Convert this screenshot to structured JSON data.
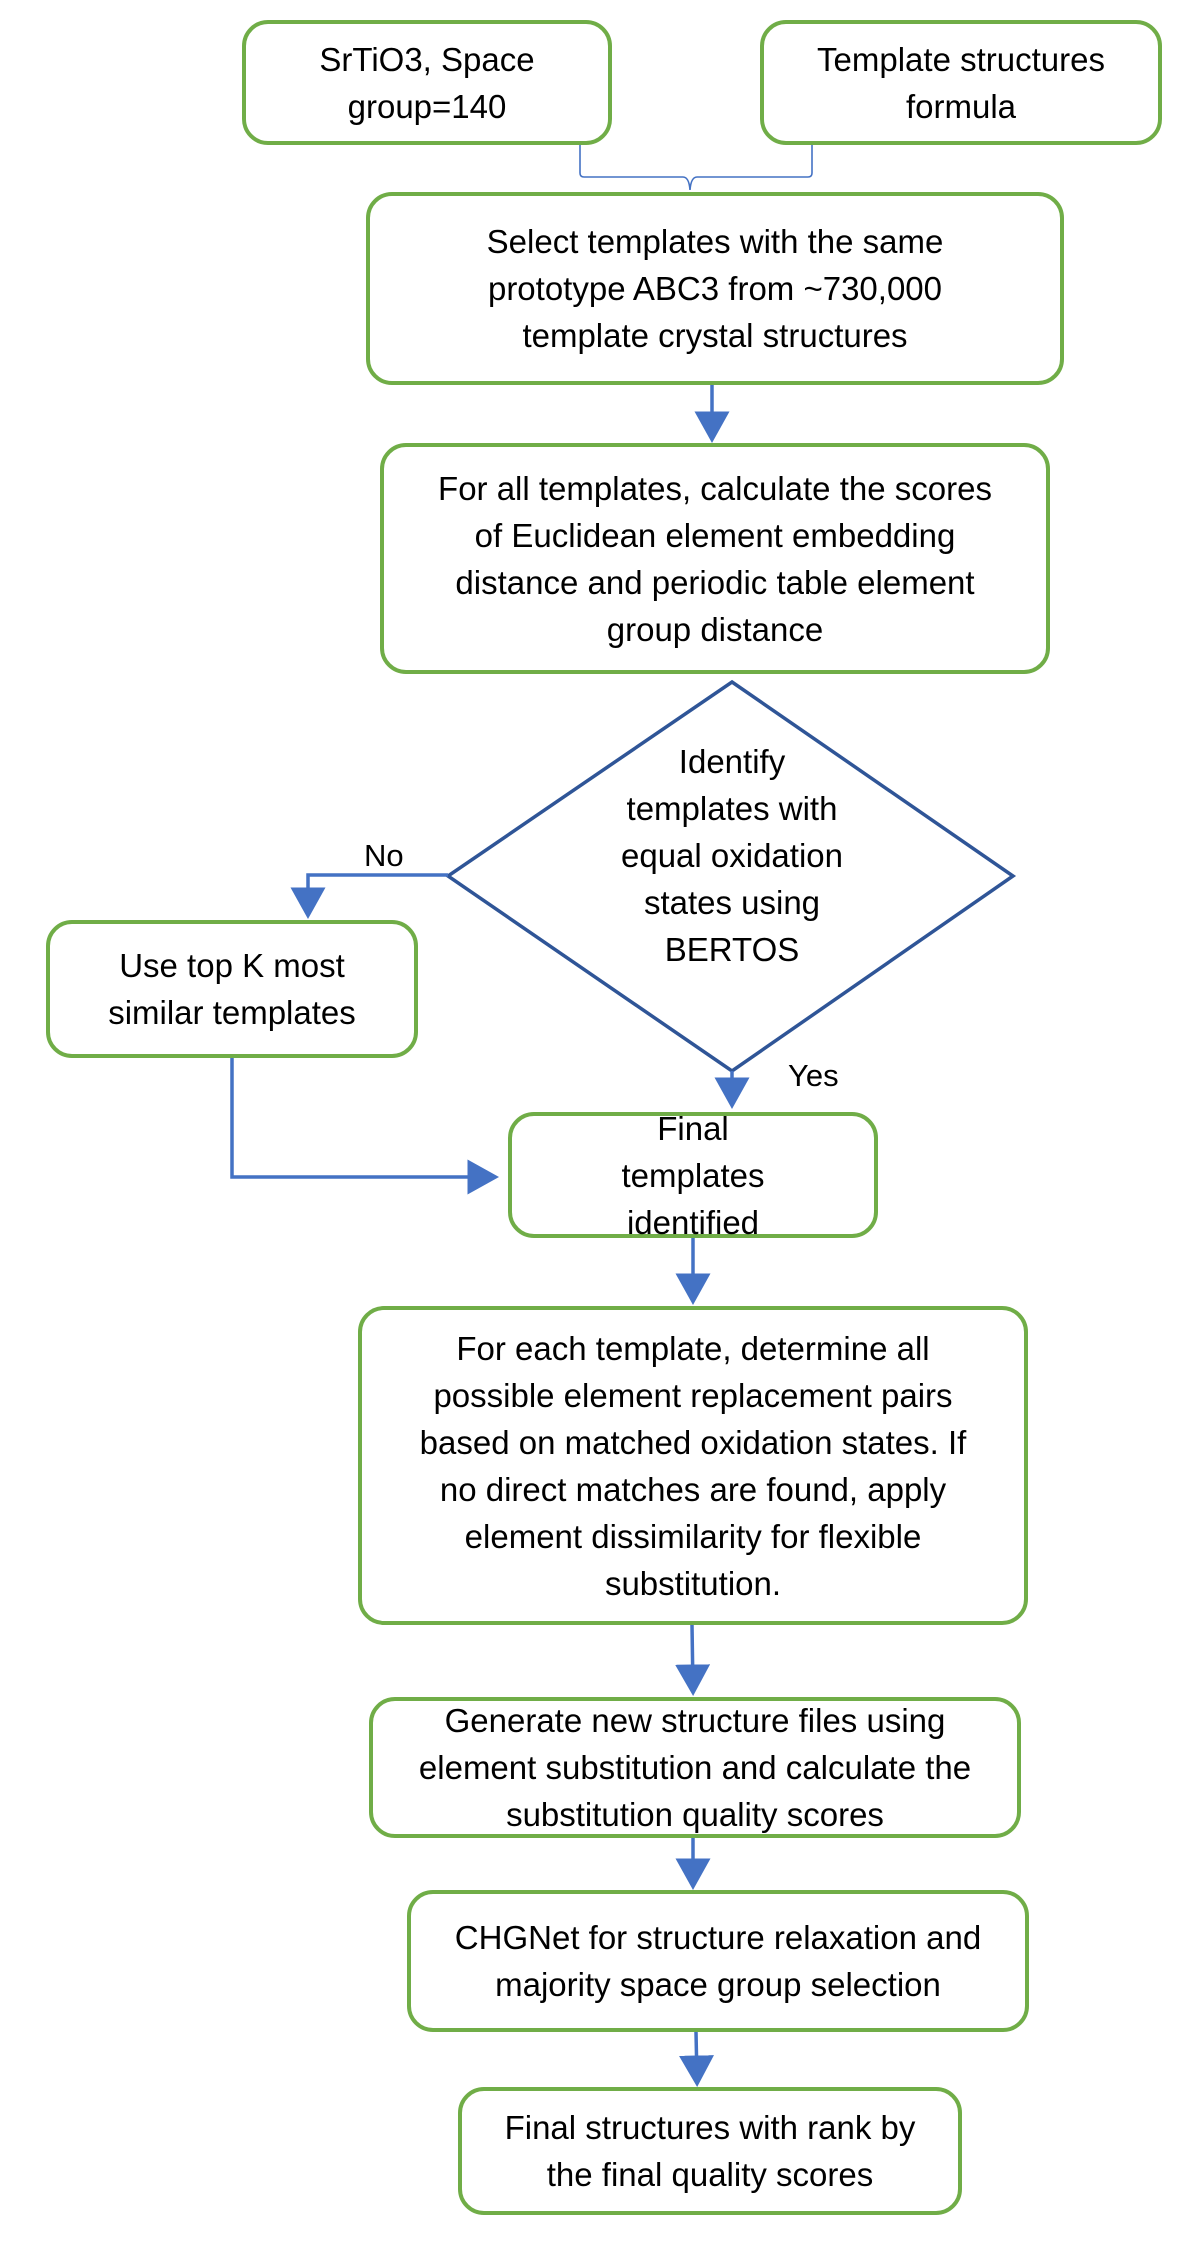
{
  "colors": {
    "box_border": "#70ad47",
    "arrow": "#4472c4",
    "diamond_border": "#2f5597",
    "text": "#000000"
  },
  "nodes": {
    "input_structure": "SrTiO3, Space group=140",
    "template_formula": "Template structures formula",
    "select_templates": "Select templates with the same prototype ABC3 from ~730,000 template crystal structures",
    "calculate_scores": "For all templates, calculate the scores of Euclidean element embedding distance and periodic table element group distance",
    "decision": "Identify templates with equal oxidation states using BERTOS",
    "top_k": "Use top K most similar templates",
    "final_templates": "Final templates identified",
    "replacement_pairs": "For each template, determine all possible element replacement pairs based on matched oxidation states. If no direct matches are found, apply element dissimilarity for flexible substitution.",
    "generate_structures": "Generate new structure files using element substitution and calculate the substitution quality scores",
    "chgnet": "CHGNet for structure relaxation and majority space group selection",
    "final_structures": "Final structures with rank by the final quality scores"
  },
  "edges": {
    "no_label": "No",
    "yes_label": "Yes"
  }
}
